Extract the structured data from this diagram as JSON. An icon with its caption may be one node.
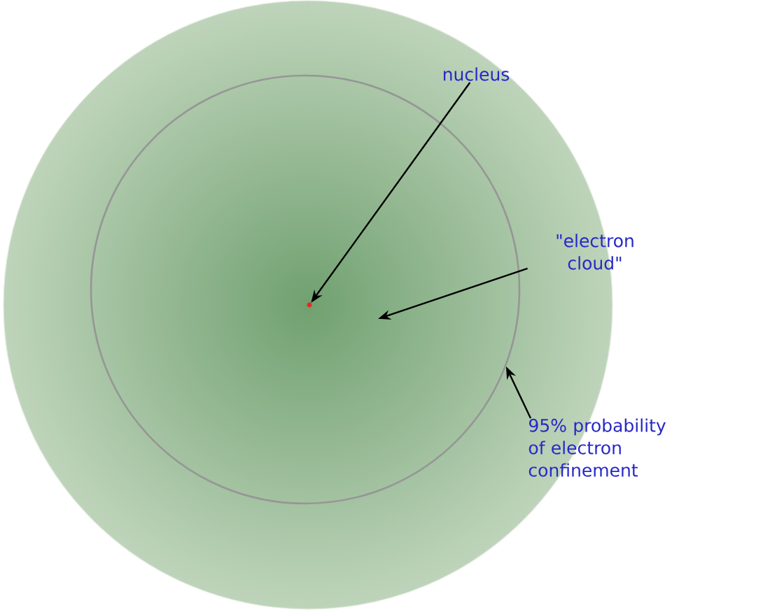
{
  "diagram": {
    "nodes": [
      {
        "text": [
          "nucleus"
        ],
        "in": 3
      },
      {
        "text": [],
        "shape": "circle",
        "in": 5
      },
      {
        "text": [
          "\"electron cloud\""
        ]
      },
      {
        "text": [],
        "shape": "circle"
      },
      {
        "text": [
          "95% probability of electron confinement"
        ]
      },
      {
        "text": [],
        "shape": "circle",
        "in": 3
      }
    ],
    "edges": [
      {
        "from": 0,
        "to": 1,
        "arrow": "to"
      },
      {
        "from": 2,
        "to": 3,
        "arrow": "to"
      },
      {
        "from": 4,
        "to": 5,
        "arrow": "to"
      }
    ]
  }
}
